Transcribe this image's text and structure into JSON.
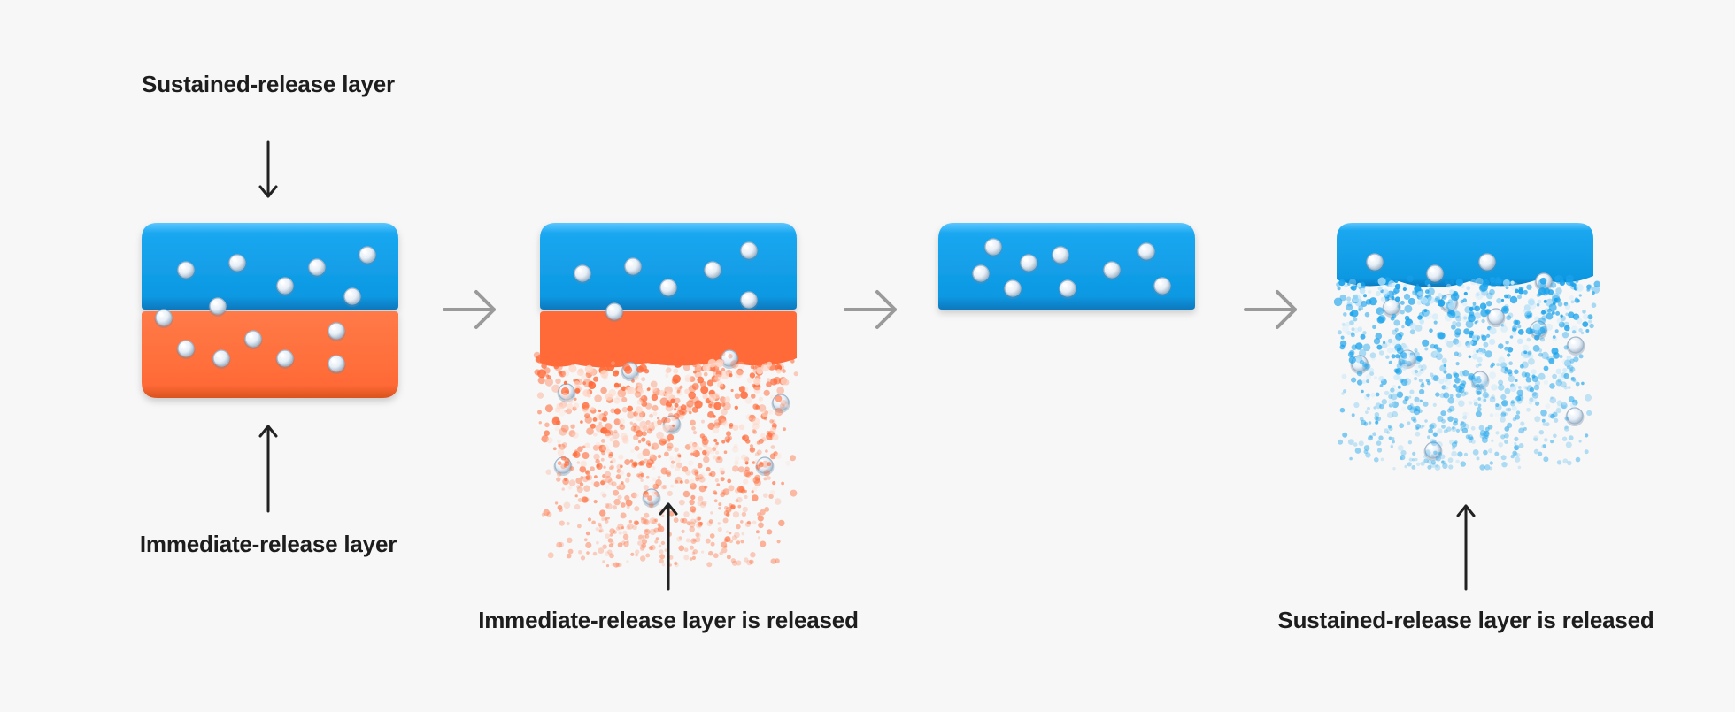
{
  "labels": {
    "sustained_layer": "Sustained-release layer",
    "immediate_layer": "Immediate-release layer",
    "immediate_released": "Immediate-release layer is released",
    "sustained_released": "Sustained-release layer is released"
  },
  "stages": [
    {
      "name": "bilayer-tablet",
      "layers": [
        "sustained",
        "immediate"
      ],
      "releasing": "none"
    },
    {
      "name": "immediate-release-phase",
      "layers": [
        "sustained",
        "immediate"
      ],
      "releasing": "immediate"
    },
    {
      "name": "sustained-layer-remaining",
      "layers": [
        "sustained"
      ],
      "releasing": "none"
    },
    {
      "name": "sustained-release-phase",
      "layers": [
        "sustained"
      ],
      "releasing": "sustained"
    }
  ],
  "colors": {
    "background": "#f7f7f7",
    "sustained_layer": "#1aa3ec",
    "immediate_layer": "#ff6a38",
    "drug_particle": "#e8f1f9",
    "process_arrow": "#9a9a9a",
    "pointer_arrow": "#222222",
    "text": "#1d1d1d"
  },
  "icons": {
    "process_arrow": "right-arrow-icon",
    "pointer_arrow": "pointer-arrow-icon",
    "particle": "drug-particle-icon"
  }
}
